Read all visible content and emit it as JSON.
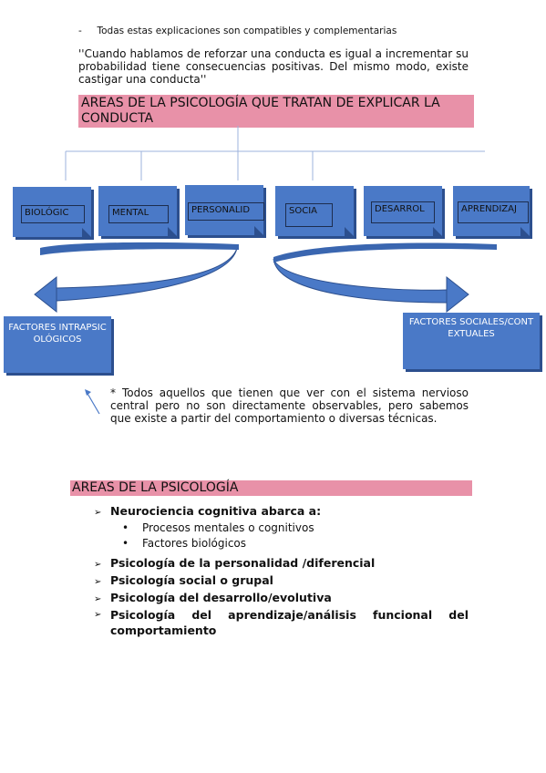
{
  "intro": {
    "bullet_dash": "-",
    "bullet_text": "Todas estas explicaciones son compatibles y complementarias",
    "quote": "''Cuando hablamos de reforzar una conducta es igual a incrementar su probabilidad tiene consecuencias positivas. Del mismo modo, existe castigar una conducta''"
  },
  "diagram": {
    "title": "AREAS DE LA PSICOLOGÍA QUE TRATAN DE EXPLICAR LA CONDUCTA",
    "boxes": [
      "BIOLÓGIC",
      "MENTAL",
      "PERSONALID",
      "SOCIA",
      "DESARROL",
      "APRENDIZAJ"
    ],
    "left_factor": "FACTORES INTRAPSICOLÓGICOS",
    "right_factor": "FACTORES SOCIALES/CONTEXTUALES",
    "note": "* Todos aquellos que tienen que ver con el sistema nervioso central pero no son directamente observables, pero sabemos que existe a partir del comportamiento o diversas técnicas.",
    "colors": {
      "box": "#4a79c7",
      "band": "#e891a8",
      "line": "#9db3dc"
    }
  },
  "areas": {
    "heading": "AREAS DE LA PSICOLOGÍA",
    "bullet_glyph": "➢",
    "sub_glyph": "•",
    "items": [
      {
        "label": "Neurociencia cognitiva abarca a:",
        "sub": [
          "Procesos mentales o cognitivos",
          "Factores biológicos"
        ]
      },
      {
        "label": "Psicología de la personalidad /diferencial"
      },
      {
        "label": "Psicología social o grupal"
      },
      {
        "label": "Psicología del desarrollo/evolutiva"
      },
      {
        "label": "Psicología del aprendizaje/análisis funcional del comportamiento"
      }
    ]
  }
}
